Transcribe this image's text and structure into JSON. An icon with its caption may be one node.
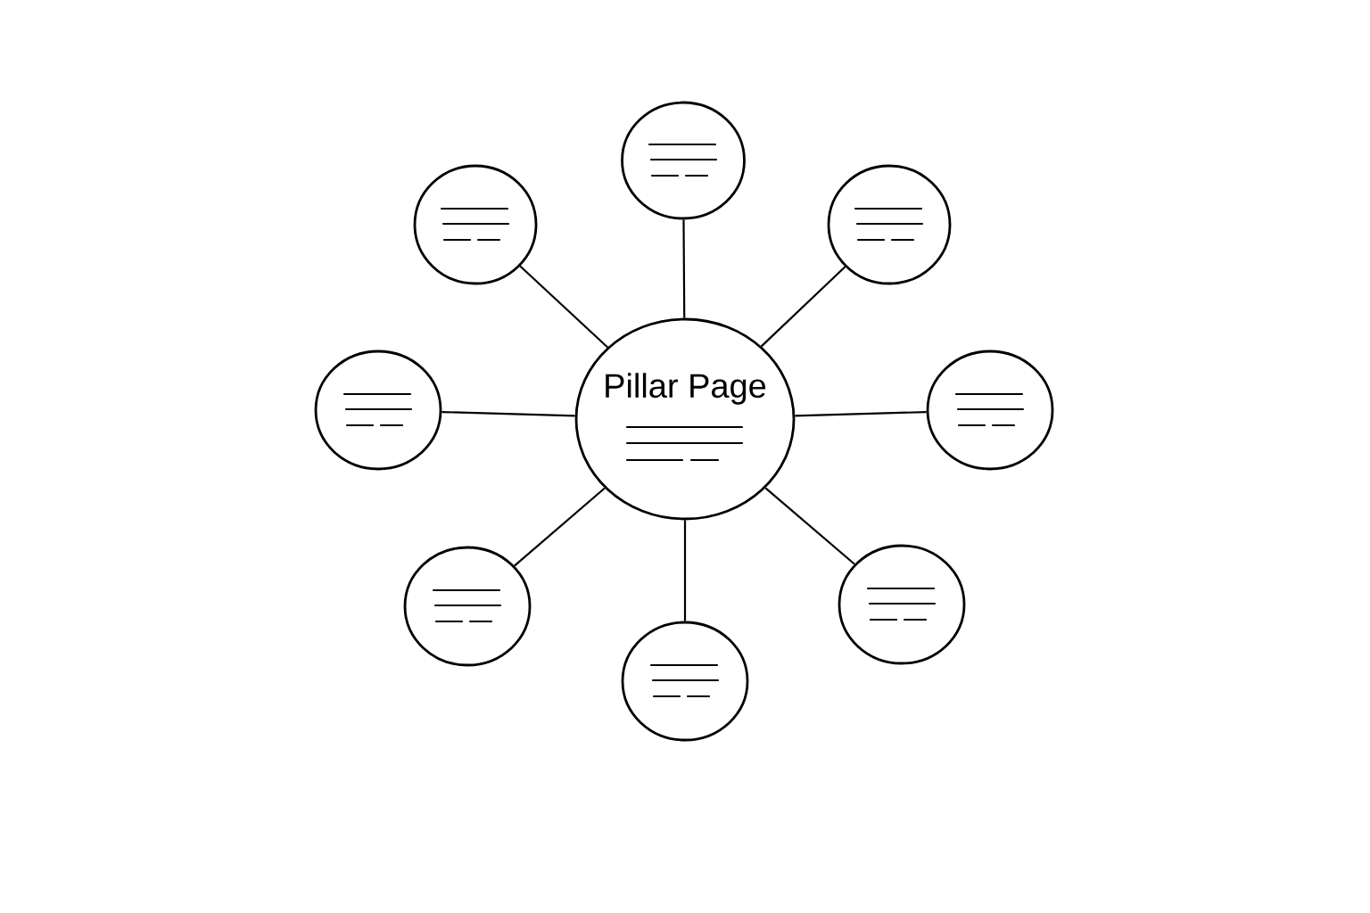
{
  "diagram": {
    "nodes": [
      {
        "text": [
          "Pillar Page"
        ]
      },
      {
        "text": [],
        "shape": "circle"
      },
      {
        "text": [],
        "shape": "circle"
      },
      {
        "text": [],
        "shape": "circle"
      },
      {
        "text": [],
        "shape": "circle"
      },
      {
        "text": [],
        "shape": "circle"
      },
      {
        "text": [],
        "shape": "circle"
      },
      {
        "text": [],
        "shape": "circle"
      },
      {
        "text": [],
        "shape": "circle"
      }
    ],
    "edges": [
      {
        "from": 0,
        "to": 1,
        "arrow": "none"
      },
      {
        "from": 0,
        "to": 2,
        "arrow": "none"
      },
      {
        "from": 0,
        "to": 3,
        "arrow": "none"
      },
      {
        "from": 0,
        "to": 4,
        "arrow": "none"
      },
      {
        "from": 0,
        "to": 5,
        "arrow": "none"
      },
      {
        "from": 0,
        "to": 6,
        "arrow": "none"
      },
      {
        "from": 0,
        "to": 7,
        "arrow": "none"
      },
      {
        "from": 0,
        "to": 8,
        "arrow": "none"
      }
    ]
  }
}
